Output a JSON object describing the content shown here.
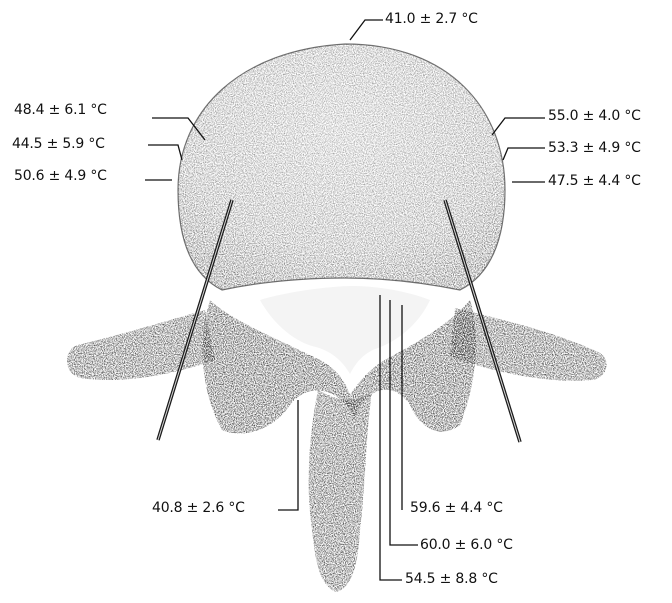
{
  "figure": {
    "labels": {
      "top": "41.0 ± 2.7 °C",
      "left_1": "48.4 ± 6.1 °C",
      "left_2": "44.5 ± 5.9 °C",
      "left_3": "50.6 ± 4.9 °C",
      "right_1": "55.0 ± 4.0 °C",
      "right_2": "53.3 ± 4.9 °C",
      "right_3": "47.5 ± 4.4 °C",
      "bottom_left": "40.8 ± 2.6 °C",
      "bottom_right_1": "59.6 ± 4.4 °C",
      "bottom_right_2": "60.0 ± 6.0 °C",
      "bottom_right_3": "54.5 ± 8.8 °C"
    },
    "colors": {
      "bone_fill": "#8e8e8e",
      "bone_dark": "#2e2e2e",
      "canal": "#f4f4f4",
      "text": "#111111"
    }
  }
}
